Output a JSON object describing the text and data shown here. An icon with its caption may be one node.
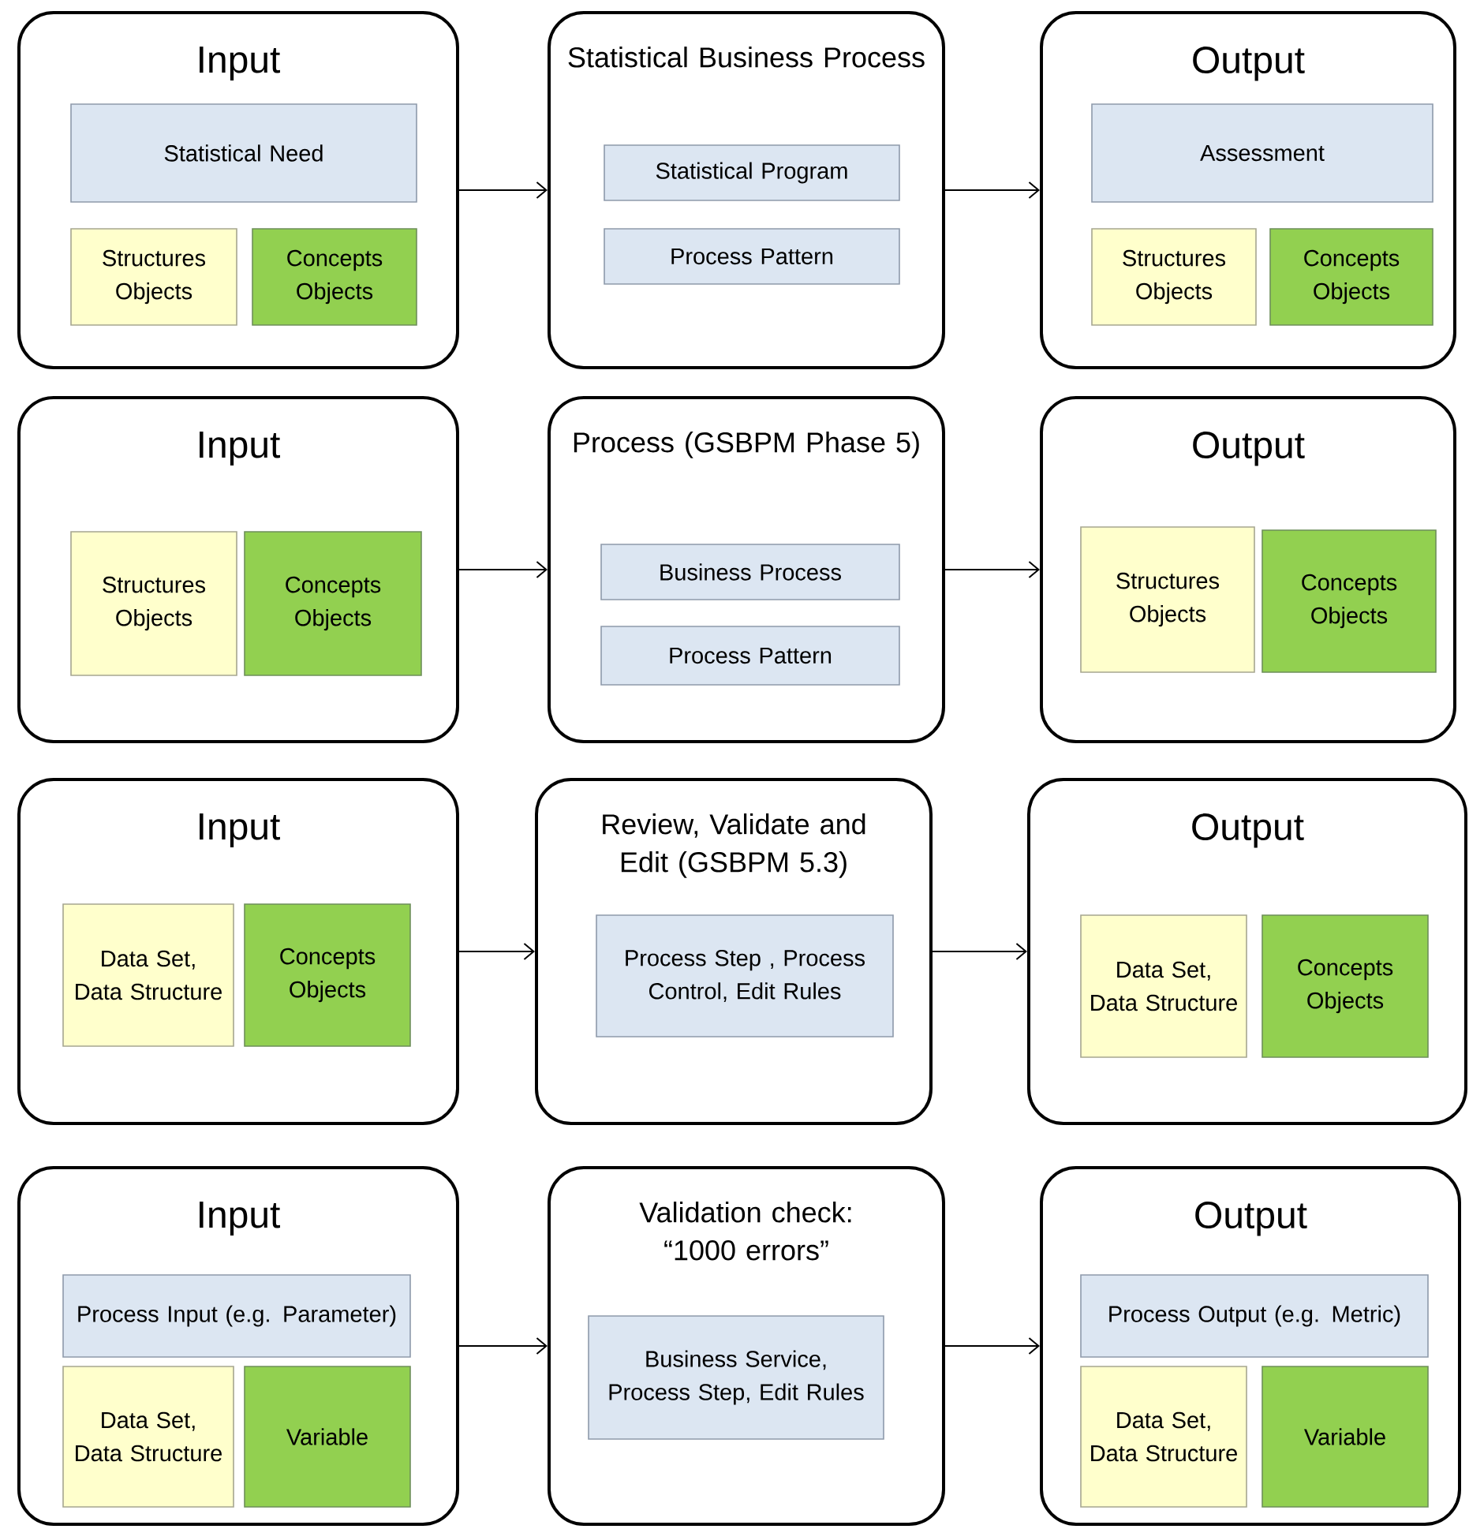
{
  "diagram": {
    "nodes": [
      {
        "text": [
          "Input"
        ]
      },
      {
        "text": [
          "Statistical Need"
        ],
        "in": 0
      },
      {
        "text": [
          "Structures Objects"
        ],
        "in": 0
      },
      {
        "text": [
          "Concepts Objects"
        ],
        "in": 0
      },
      {
        "text": [
          "Statistical Business Process"
        ]
      },
      {
        "text": [
          "Statistical Program"
        ],
        "in": 4
      },
      {
        "text": [
          "Process Pattern"
        ],
        "in": 4
      },
      {
        "text": [
          "Output"
        ]
      },
      {
        "text": [
          "Assessment"
        ],
        "in": 7
      },
      {
        "text": [
          "Structures Objects"
        ],
        "in": 7
      },
      {
        "text": [
          "Concepts Objects"
        ],
        "in": 7
      },
      {
        "text": [
          "Input"
        ]
      },
      {
        "text": [
          "Structures Objects"
        ],
        "in": 11
      },
      {
        "text": [
          "Concepts Objects"
        ],
        "in": 11
      },
      {
        "text": [
          "Process (GSBPM Phase 5)"
        ]
      },
      {
        "text": [
          "Business Process"
        ],
        "in": 14
      },
      {
        "text": [
          "Process Pattern"
        ],
        "in": 14
      },
      {
        "text": [
          "Output"
        ]
      },
      {
        "text": [
          "Structures Objects"
        ],
        "in": 17
      },
      {
        "text": [
          "Concepts Objects"
        ],
        "in": 17
      },
      {
        "text": [
          "Input"
        ]
      },
      {
        "text": [
          "Data Set, Data Structure"
        ],
        "in": 20
      },
      {
        "text": [
          "Concepts Objects"
        ],
        "in": 20
      },
      {
        "text": [
          "Review, Validate and Edit  (GSBPM 5.3)"
        ]
      },
      {
        "text": [
          "Process Step , Process Control, Edit Rules"
        ],
        "in": 23
      },
      {
        "text": [
          "Output"
        ]
      },
      {
        "text": [
          "Data Set, Data Structure"
        ],
        "in": 25
      },
      {
        "text": [
          "Concepts Objects"
        ],
        "in": 25
      },
      {
        "text": [
          "Input"
        ]
      },
      {
        "text": [
          "Process Input (e.g. Parameter)"
        ],
        "in": 28
      },
      {
        "text": [
          "Data Set, Data Structure"
        ],
        "in": 28
      },
      {
        "text": [
          "Variable"
        ],
        "in": 28
      },
      {
        "text": [
          "Validation check: “1000 errors”"
        ]
      },
      {
        "text": [
          "Business Service, Process Step, Edit Rules"
        ],
        "in": 32
      },
      {
        "text": [
          "Output"
        ]
      },
      {
        "text": [
          "Process Output (e.g. Metric)"
        ],
        "in": 34
      },
      {
        "text": [
          "Data Set, Data Structure"
        ],
        "in": 34
      },
      {
        "text": [
          "Variable"
        ],
        "in": 34
      }
    ],
    "edges": [
      {
        "from": 0,
        "to": 4,
        "arrow": "to"
      },
      {
        "from": 4,
        "to": 7,
        "arrow": "to"
      },
      {
        "from": 11,
        "to": 14,
        "arrow": "to"
      },
      {
        "from": 14,
        "to": 17,
        "arrow": "to"
      },
      {
        "from": 20,
        "to": 23,
        "arrow": "to"
      },
      {
        "from": 23,
        "to": 25,
        "arrow": "to"
      },
      {
        "from": 28,
        "to": 32,
        "arrow": "to"
      },
      {
        "from": 32,
        "to": 34,
        "arrow": "to"
      }
    ]
  }
}
